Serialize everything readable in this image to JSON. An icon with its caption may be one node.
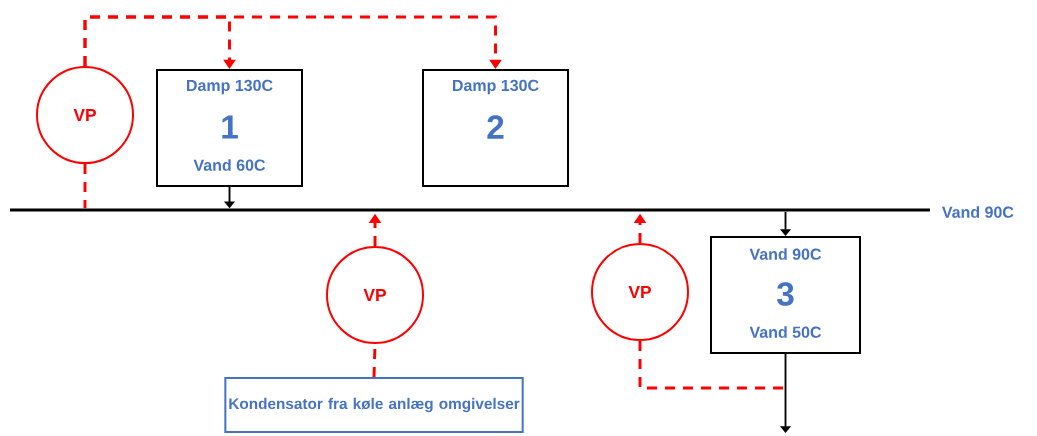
{
  "diagram": {
    "nodes": [
      {
        "text": [
          "VP"
        ]
      },
      {
        "text": [
          "Damp 130C",
          "1",
          "Vand 60C"
        ]
      },
      {
        "text": [
          "Damp 130C",
          "2"
        ]
      },
      {
        "text": [],
        "shape": "bar",
        "beside": [
          "Vand 90C"
        ]
      },
      {
        "text": [
          "VP"
        ]
      },
      {
        "text": [
          "Kondensator fra køle anlæg omgivelser"
        ]
      },
      {
        "text": [
          "VP"
        ]
      },
      {
        "text": [
          "Vand 90C",
          "3",
          "Vand 50C"
        ]
      }
    ],
    "edges": [
      {
        "from": 0,
        "to": 1,
        "arrow": "to",
        "style": "dashed"
      },
      {
        "from": 0,
        "to": 2,
        "arrow": "to",
        "style": "dashed"
      },
      {
        "from": 0,
        "to": 3,
        "arrow": "none",
        "style": "dashed"
      },
      {
        "from": 1,
        "to": 3,
        "arrow": "to",
        "color": "#000000"
      },
      {
        "from": 4,
        "to": 3,
        "arrow": "to",
        "style": "dashed"
      },
      {
        "from": 5,
        "to": 4,
        "arrow": "none",
        "style": "dashed"
      },
      {
        "from": 6,
        "to": 3,
        "arrow": "to",
        "style": "dashed"
      },
      {
        "from": 6,
        "to": null,
        "arrow": "none",
        "style": "dashed"
      },
      {
        "from": 3,
        "to": 7,
        "arrow": "to",
        "color": "#000000"
      },
      {
        "from": 7,
        "to": null,
        "arrow": "to",
        "color": "#000000"
      }
    ]
  }
}
